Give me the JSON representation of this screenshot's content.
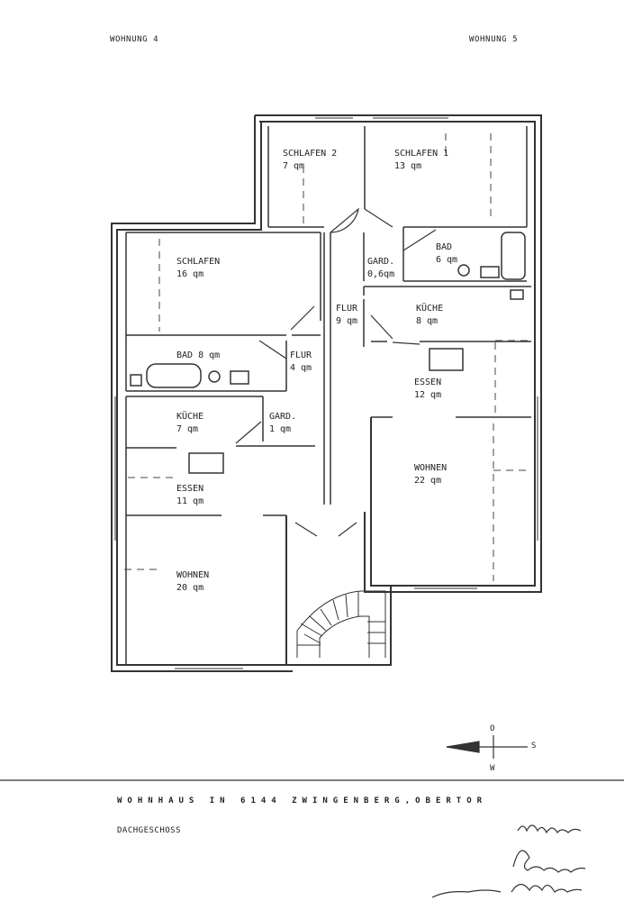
{
  "header": {
    "left": "WOHNUNG 4",
    "right": "WOHNUNG 5"
  },
  "rooms": {
    "schlafen2": {
      "name": "SCHLAFEN 2",
      "area": "7 qm"
    },
    "schlafen1": {
      "name": "SCHLAFEN 1",
      "area": "13 qm"
    },
    "bad5": {
      "name": "BAD",
      "area": "6 qm"
    },
    "gard5": {
      "name": "GARD.",
      "area": "0,6qm"
    },
    "flur9": {
      "name": "FLUR",
      "area": "9 qm"
    },
    "kueche5": {
      "name": "KÜCHE",
      "area": "8 qm"
    },
    "essen12": {
      "name": "ESSEN",
      "area": "12 qm"
    },
    "wohnen22": {
      "name": "WOHNEN",
      "area": "22 qm"
    },
    "schlafen16": {
      "name": "SCHLAFEN",
      "area": "16 qm"
    },
    "bad8": {
      "name": "BAD 8 qm"
    },
    "flur4": {
      "name": "FLUR",
      "area": "4 qm"
    },
    "kueche7": {
      "name": "KÜCHE",
      "area": "7 qm"
    },
    "gard4": {
      "name": "GARD.",
      "area": "1 qm"
    },
    "essen11": {
      "name": "ESSEN",
      "area": "11 qm"
    },
    "wohnen20": {
      "name": "WOHNEN",
      "area": "20 qm"
    }
  },
  "compass": {
    "north": "O",
    "east": "S",
    "south": "W"
  },
  "footer": {
    "title": "WOHNHAUS IN 6144 ZWINGENBERG,OBERTOR",
    "subtitle": "DACHGESCHOSS"
  }
}
